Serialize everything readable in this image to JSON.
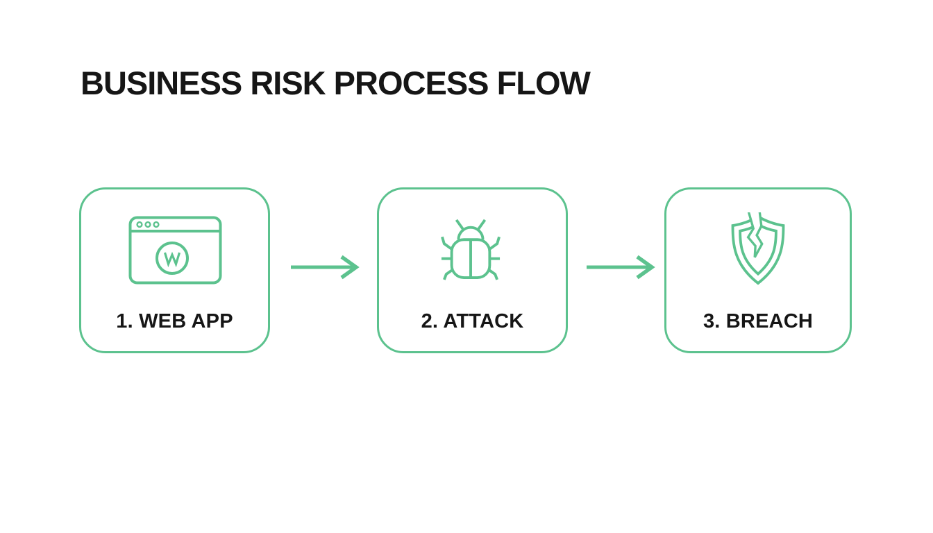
{
  "page": {
    "background": "#ffffff",
    "accent_color": "#5cc28e",
    "text_color": "#161616"
  },
  "title": "BUSINESS RISK PROCESS FLOW",
  "flow": {
    "steps": [
      {
        "label": "1. WEB APP",
        "icon": "browser-window-icon"
      },
      {
        "label": "2. ATTACK",
        "icon": "bug-icon"
      },
      {
        "label": "3. BREACH",
        "icon": "broken-shield-icon"
      }
    ],
    "connector_icon": "arrow-right-icon"
  }
}
